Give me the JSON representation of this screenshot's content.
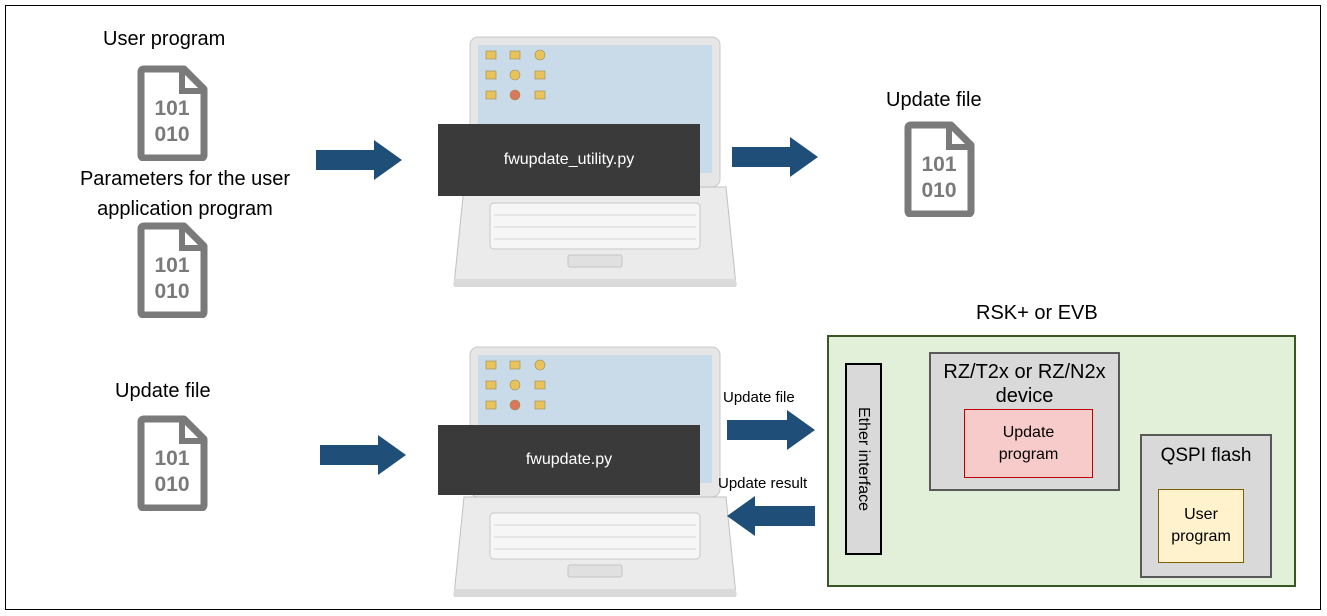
{
  "top": {
    "user_program_label": "User program",
    "params_label_line1": "Parameters for the user",
    "params_label_line2": "application program",
    "utility_label": "fwupdate_utility.py",
    "output_label": "Update file"
  },
  "bottom": {
    "input_label": "Update file",
    "tool_label": "fwupdate.py",
    "send_label": "Update file",
    "result_label": "Update result",
    "board_title": "RSK+ or EVB",
    "ether_label": "Ether interface",
    "device_label_line1": "RZ/T2x or RZ/N2x",
    "device_label_line2": "device",
    "update_prog_line1": "Update",
    "update_prog_line2": "program",
    "qspi_label": "QSPI flash",
    "user_prog_line1": "User",
    "user_prog_line2": "program"
  },
  "icons": {
    "file": "binary-file-icon",
    "laptop": "laptop-icon",
    "arrow": "arrow-right-icon"
  },
  "colors": {
    "arrow": "#1f4e79",
    "icon_gray": "#7a7a7a",
    "board_fill": "#e2f0d9",
    "board_border": "#385723",
    "chip_gray": "#d9d9d9",
    "update_fill": "#f8cbcb",
    "user_fill": "#fff2cc"
  }
}
